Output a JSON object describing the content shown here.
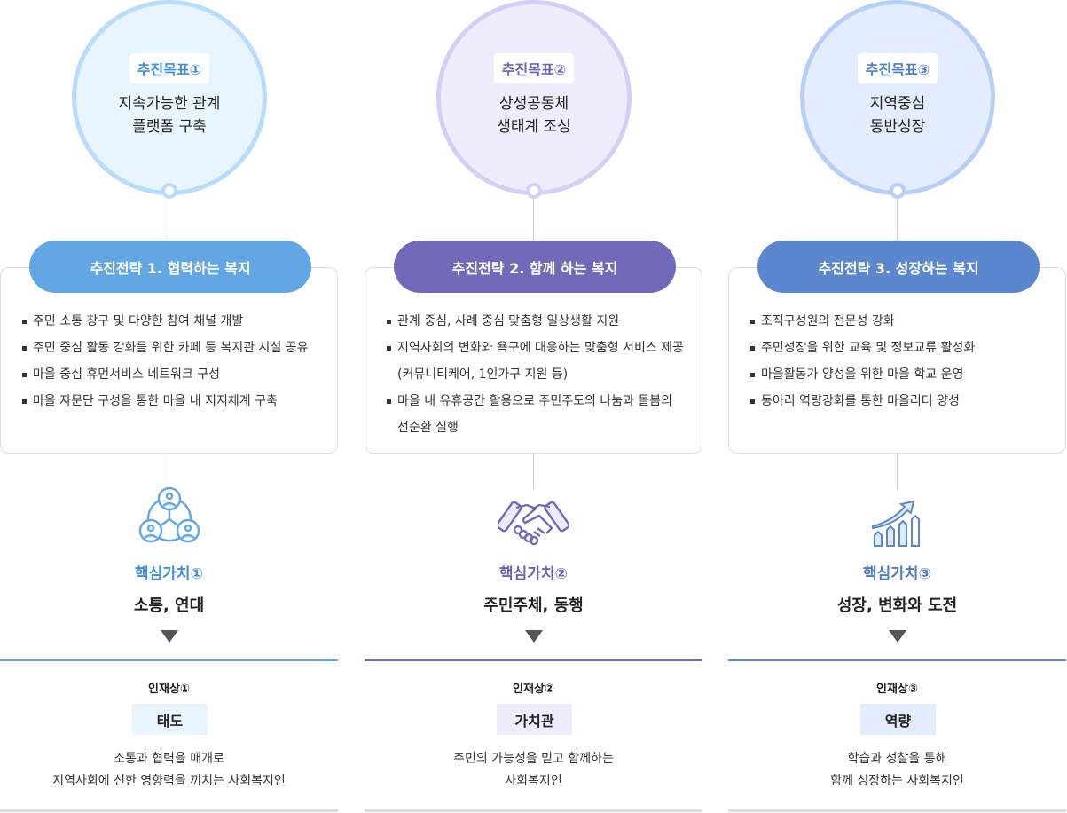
{
  "columns": [
    {
      "goal_tag": "추진목표①",
      "goal_lines": [
        "지속가능한 관계",
        "플랫폼 구축"
      ],
      "strategy": "추진전략 1. 협력하는 복지",
      "items": [
        "주민 소통 창구 및 다양한 참여 채널 개발",
        "주민 중심 활동 강화를 위한 카페 등 복지관 시설 공유",
        "마을 중심 휴먼서비스 네트워크 구성",
        "마을 자문단 구성을 통한 마을 내 지지체계 구축"
      ],
      "icon": "people-network-icon",
      "value_label": "핵심가치①",
      "value": "소통, 연대",
      "person_label": "인재상①",
      "person_badge": "태도",
      "person_desc": [
        "소통과 협력을 매개로",
        "지역사회에 선한 영향력을 끼치는 사회복지인"
      ],
      "colors": {
        "pill": "#62a6e3",
        "circle_border": "#b9dcfd",
        "circle_fill": "#e8f4fe",
        "text": "#3f8ed8"
      }
    },
    {
      "goal_tag": "추진목표②",
      "goal_lines": [
        "상생공동체",
        "생태계 조성"
      ],
      "strategy": "추진전략 2. 함께 하는 복지",
      "items": [
        "관계 중심, 사례 중심 맞춤형 일상생활 지원",
        "지역사회의 변화와 욕구에 대응하는 맞춤형 서비스 제공(커뮤니티케어, 1인가구 지원 등)",
        "마을 내 유휴공간 활용으로 주민주도의 나눔과 돌봄의 선순환 실행"
      ],
      "icon": "handshake-icon",
      "value_label": "핵심가치②",
      "value": "주민주체, 동행",
      "person_label": "인재상②",
      "person_badge": "가치관",
      "person_desc": [
        "주민의 가능성을 믿고 함께하는",
        "사회복지인"
      ],
      "colors": {
        "pill": "#706ab8",
        "circle_border": "#d3d0f8",
        "circle_fill": "#eeedfd",
        "text": "#6a64b5"
      }
    },
    {
      "goal_tag": "추진목표③",
      "goal_lines": [
        "지역중심",
        "동반성장"
      ],
      "strategy": "추진전략 3. 성장하는 복지",
      "items": [
        "조직구성원의 전문성 강화",
        "주민성장을 위한 교육 및 정보교류 활성화",
        "마을활동가 양성을 위한 마을 학교 운영",
        "동아리 역량강화를 통한 마을리더 양성"
      ],
      "icon": "growth-chart-icon",
      "value_label": "핵심가치③",
      "value": "성장, 변화와 도전",
      "person_label": "인재상③",
      "person_badge": "역량",
      "person_desc": [
        "학습과 성찰을 통해",
        "함께 성장하는 사회복지인"
      ],
      "colors": {
        "pill": "#5b87cf",
        "circle_border": "#b7cff7",
        "circle_fill": "#e3edfd",
        "text": "#4f7cc6"
      }
    }
  ]
}
